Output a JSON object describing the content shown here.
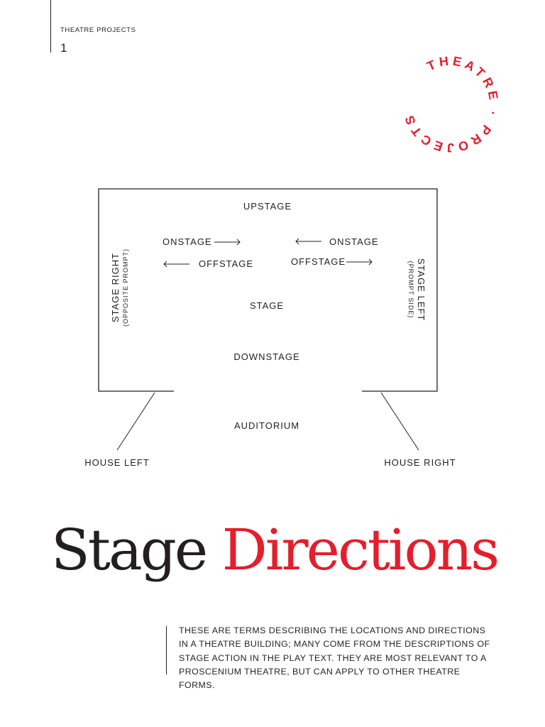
{
  "header": {
    "title": "THEATRE PROJECTS",
    "page_number": "1"
  },
  "logo": {
    "text": "THEATRE · PROJECTS ·",
    "color": "#e31e2d"
  },
  "diagram": {
    "upstage": "UPSTAGE",
    "onstage_left": "ONSTAGE",
    "onstage_right": "ONSTAGE",
    "offstage_left": "OFFSTAGE",
    "offstage_right": "OFFSTAGE",
    "stage_right": "STAGE RIGHT",
    "stage_right_note": "(OPPOSITE PROMPT)",
    "stage_left": "STAGE LEFT",
    "stage_left_note": "(PROMPT SIDE)",
    "stage": "STAGE",
    "downstage": "DOWNSTAGE",
    "auditorium": "AUDITORIUM",
    "house_left": "HOUSE LEFT",
    "house_right": "HOUSE RIGHT"
  },
  "title": {
    "word1": "Stage",
    "word2": "Directions",
    "accent_color": "#e31e2d"
  },
  "intro": {
    "text": "THESE ARE TERMS DESCRIBING THE LOCATIONS AND DIRECTIONS IN A THEATRE BUILDING; MANY COME FROM THE DESCRIPTIONS OF STAGE ACTION IN THE PLAY TEXT. THEY ARE MOST RELEVANT TO A PROSCENIUM THEATRE, BUT CAN APPLY TO OTHER THEATRE FORMS."
  }
}
